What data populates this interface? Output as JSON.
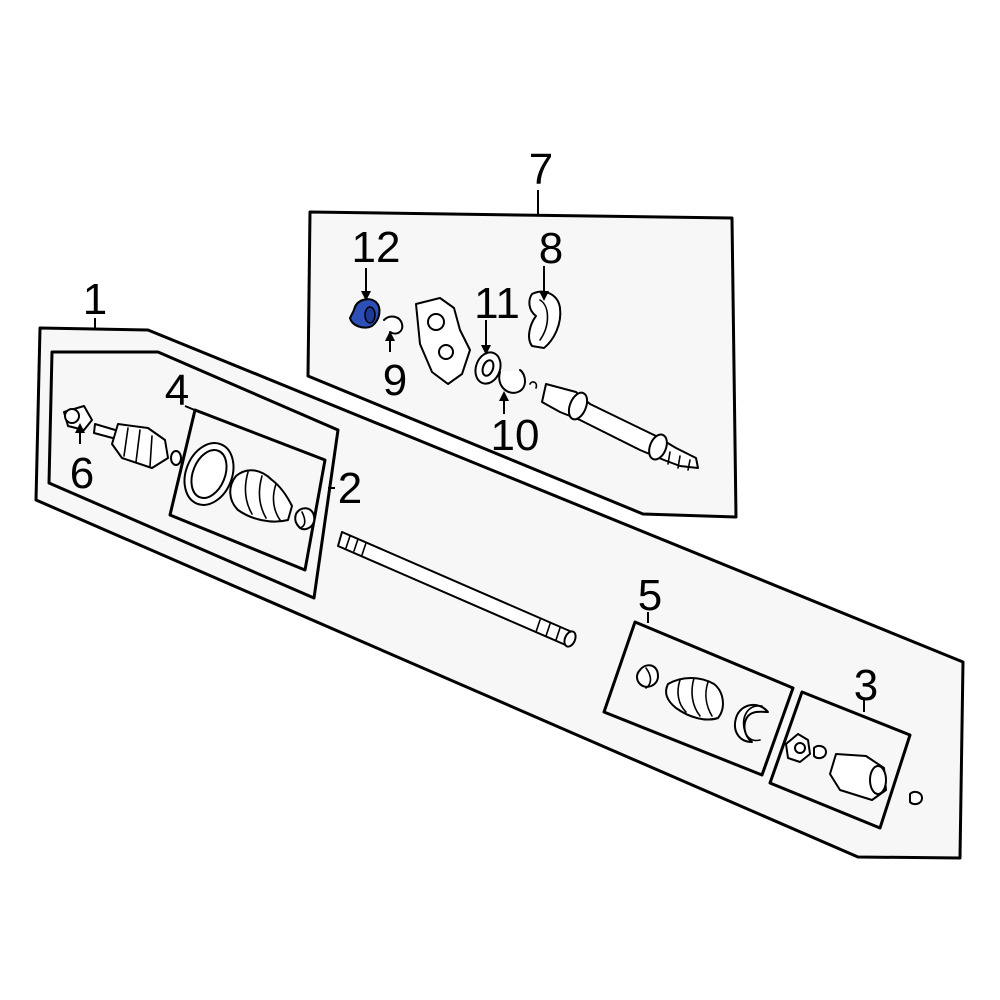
{
  "callouts": {
    "c1": "1",
    "c2": "2",
    "c3": "3",
    "c4": "4",
    "c5": "5",
    "c6": "6",
    "c7": "7",
    "c8": "8",
    "c9": "9",
    "c10": "10",
    "c11": "11",
    "c12": "12"
  },
  "colors": {
    "highlight": "#2d4fb8",
    "panel_fill": "#f7f7f7",
    "line": "#000000"
  },
  "highlighted_part": "12"
}
